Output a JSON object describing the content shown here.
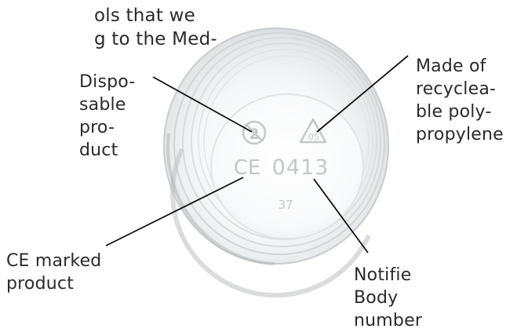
{
  "intro_text": "ols that we\ng to the Med-",
  "cup_markings": {
    "ce_mark": "CE",
    "notified_body_code": "0413",
    "mould_number": "37",
    "recycling_code": "05"
  },
  "labels": {
    "disposable": "Dispo-\nsable\npro-\nduct",
    "recyclable": "Made of\nrecyclea-\nble poly-\npropylene",
    "ce_marked": "CE marked\nproduct",
    "notified_body": "Notifie\nBody\nnumber"
  },
  "colors": {
    "text": "#2a2a2a",
    "leader_line": "#111111",
    "cup_rim": "#b9bcbf",
    "embossed_marking": "#c4c7ca"
  }
}
